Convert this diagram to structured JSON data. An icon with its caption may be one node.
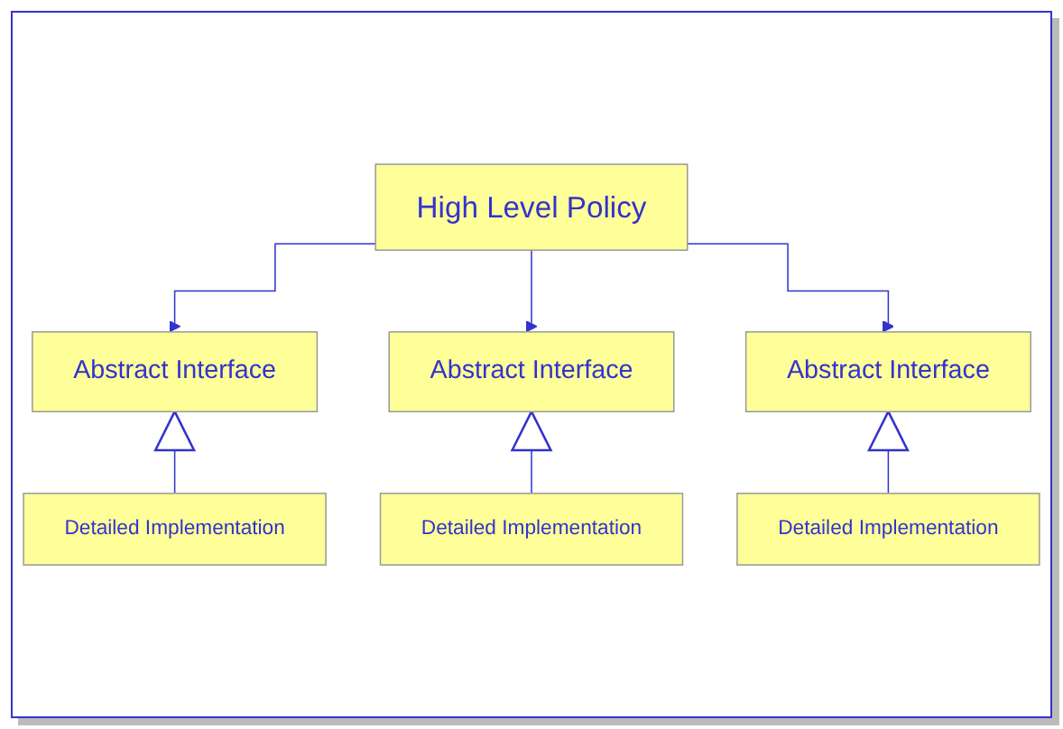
{
  "diagram": {
    "nodes": [
      {
        "text": [
          "High Level Policy"
        ]
      },
      {
        "text": [
          "Abstract Interface"
        ]
      },
      {
        "text": [
          "Abstract Interface"
        ]
      },
      {
        "text": [
          "Abstract Interface"
        ]
      },
      {
        "text": [
          "Detailed Implementation"
        ]
      },
      {
        "text": [
          "Detailed Implementation"
        ]
      },
      {
        "text": [
          "Detailed Implementation"
        ]
      }
    ],
    "edges": [
      {
        "from": 0,
        "to": 1,
        "arrow": "to"
      },
      {
        "from": 0,
        "to": 2,
        "arrow": "to"
      },
      {
        "from": 0,
        "to": 3,
        "arrow": "to"
      },
      {
        "from": 4,
        "to": 1,
        "arrow": "to"
      },
      {
        "from": 5,
        "to": 2,
        "arrow": "to"
      },
      {
        "from": 6,
        "to": 3,
        "arrow": "to"
      }
    ]
  }
}
